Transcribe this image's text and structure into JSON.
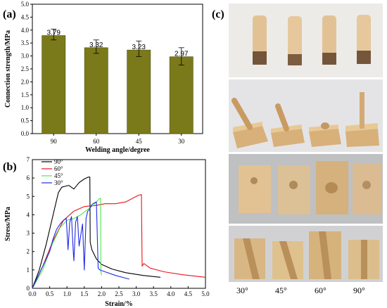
{
  "panel_labels": {
    "a": "(a)",
    "b": "(b)",
    "c": "(c)"
  },
  "chart_data": [
    {
      "type": "bar",
      "panel": "(a)",
      "categories": [
        "90",
        "60",
        "45",
        "30"
      ],
      "values": [
        3.79,
        3.32,
        3.23,
        2.97
      ],
      "error_plus": [
        0.25,
        0.3,
        0.35,
        0.35
      ],
      "error_minus": [
        0.17,
        0.22,
        0.25,
        0.32
      ],
      "data_labels": [
        "3.79",
        "3.32",
        "3.23",
        "2.97"
      ],
      "xlabel": "Welding angle/degree",
      "ylabel": "Connection strength/MPa",
      "ylim": [
        0,
        5.0
      ],
      "yticks": [
        "0.0",
        "0.5",
        "1.0",
        "1.5",
        "2.0",
        "2.5",
        "3.0",
        "3.5",
        "4.0",
        "4.5",
        "5.0"
      ],
      "bar_color": "#7a7a1a"
    },
    {
      "type": "line",
      "panel": "(b)",
      "xlabel": "Strain/%",
      "ylabel": "Stress/MPa",
      "xlim": [
        0,
        5.0
      ],
      "ylim": [
        0,
        7
      ],
      "xticks": [
        "0.0",
        "0.5",
        "1.0",
        "1.5",
        "2.0",
        "2.5",
        "3.0",
        "3.5",
        "4.0",
        "4.5",
        "5.0"
      ],
      "yticks": [
        "0",
        "1",
        "2",
        "3",
        "4",
        "5",
        "6",
        "7"
      ],
      "legend_position": "top-left",
      "series": [
        {
          "name": "90°",
          "color": "#000000",
          "x": [
            0,
            0.2,
            0.4,
            0.6,
            0.75,
            0.85,
            0.95,
            1.05,
            1.2,
            1.35,
            1.5,
            1.62,
            1.66,
            1.67,
            1.72,
            1.85,
            2.0,
            2.3,
            2.7,
            3.2,
            3.7
          ],
          "y": [
            0,
            1.0,
            2.4,
            4.0,
            5.2,
            5.5,
            5.55,
            5.6,
            5.4,
            5.75,
            5.95,
            6.05,
            6.05,
            2.5,
            2.1,
            1.6,
            1.3,
            1.05,
            0.85,
            0.7,
            0.6
          ]
        },
        {
          "name": "60°",
          "color": "#e8141e",
          "x": [
            0,
            0.3,
            0.6,
            0.9,
            1.2,
            1.5,
            1.8,
            2.1,
            2.4,
            2.7,
            2.9,
            3.05,
            3.15,
            3.17,
            3.22,
            3.4,
            3.8,
            4.3,
            5.0
          ],
          "y": [
            0,
            1.2,
            2.6,
            3.7,
            4.2,
            4.45,
            4.5,
            4.6,
            4.6,
            4.7,
            4.9,
            5.05,
            5.1,
            1.2,
            1.35,
            1.1,
            0.9,
            0.75,
            0.6
          ]
        },
        {
          "name": "45°",
          "color": "#4de84d",
          "x": [
            0,
            0.3,
            0.55,
            0.8,
            1.0,
            1.2,
            1.4,
            1.6,
            1.75,
            1.85,
            1.92,
            1.97,
            1.98,
            2.0
          ],
          "y": [
            0,
            1.0,
            2.3,
            3.3,
            3.7,
            3.8,
            4.0,
            4.3,
            4.5,
            4.7,
            4.85,
            4.9,
            0.9,
            0.7
          ]
        },
        {
          "name": "30°",
          "color": "#1f29e6",
          "x": [
            0,
            0.3,
            0.5,
            0.6,
            0.7,
            0.8,
            0.9,
            0.98,
            1.03,
            1.08,
            1.13,
            1.18,
            1.2,
            1.25,
            1.3,
            1.35,
            1.45,
            1.5,
            1.55,
            1.6,
            1.65,
            1.7,
            1.75,
            1.8,
            1.85,
            1.9,
            1.95,
            2.1,
            2.4,
            2.7,
            2.8
          ],
          "y": [
            0,
            1.2,
            2.0,
            2.7,
            3.2,
            3.5,
            3.7,
            3.8,
            2.1,
            3.6,
            3.9,
            2.0,
            1.5,
            3.6,
            3.9,
            2.3,
            3.5,
            1.0,
            3.8,
            4.2,
            4.3,
            4.5,
            4.6,
            4.65,
            4.7,
            1.1,
            1.0,
            0.9,
            0.7,
            0.55,
            0.5
          ]
        }
      ]
    }
  ],
  "photos": {
    "captions": [
      "30°",
      "45°",
      "60°",
      "90°"
    ]
  }
}
